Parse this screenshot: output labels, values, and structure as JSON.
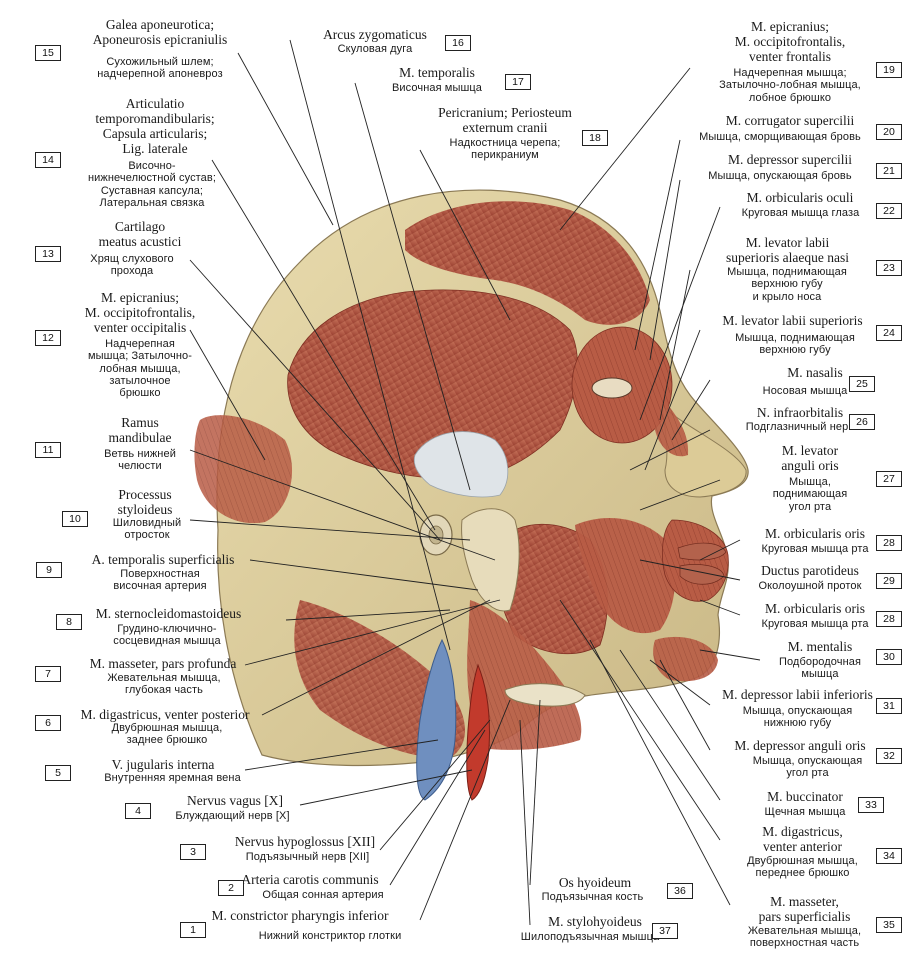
{
  "labels": [
    {
      "n": "1",
      "lat": "M. constrictor pharyngis inferior",
      "rus": "Нижний констриктор глотки"
    },
    {
      "n": "2",
      "lat": "Arteria carotis communis",
      "rus": "Общая сонная артерия"
    },
    {
      "n": "3",
      "lat": "Nervus hypoglossus [XII]",
      "rus": "Подъязычный нерв [XII]"
    },
    {
      "n": "4",
      "lat": "Nervus vagus [X]",
      "rus": "Блуждающий нерв [X]"
    },
    {
      "n": "5",
      "lat": "V. jugularis interna",
      "rus": "Внутренняя яремная вена"
    },
    {
      "n": "6",
      "lat": "M. digastricus, venter posterior",
      "rus": "Двубрюшная мышца,\nзаднее брюшко"
    },
    {
      "n": "7",
      "lat": "M. masseter, pars profunda",
      "rus": "Жевательная мышца,\nглубокая часть"
    },
    {
      "n": "8",
      "lat": "M. sternocleidomastoideus",
      "rus": "Грудино-ключично-\nсосцевидная мышца"
    },
    {
      "n": "9",
      "lat": "A. temporalis superficialis",
      "rus": "Поверхностная\nвисочная артерия"
    },
    {
      "n": "10",
      "lat": "Processus\nstyloideus",
      "rus": "Шиловидный\nотросток"
    },
    {
      "n": "11",
      "lat": "Ramus\nmandibulae",
      "rus": "Ветвь нижней\nчелюсти"
    },
    {
      "n": "12",
      "lat": "M. epicranius;\nM. occipitofrontalis,\nventer occipitalis",
      "rus": "Надчерепная\nмышца; Затылочно-\nлобная мышца,\nзатылочное\nбрюшко"
    },
    {
      "n": "13",
      "lat": "Cartilago\nmeatus acustici",
      "rus": "Хрящ слухового\nпрохода"
    },
    {
      "n": "14",
      "lat": "Articulatio\ntemporomandibularis;\nCapsula articularis;\nLig. laterale",
      "rus": "Височно-\nнижнечелюстной сустав;\nСуставная капсула;\nЛатеральная связка"
    },
    {
      "n": "15",
      "lat": "Galea aponeurotica;\nAponeurosis epicraniulis",
      "rus": "Сухожильный шлем;\nнадчерепной апоневроз"
    },
    {
      "n": "16",
      "lat": "Arcus zygomaticus",
      "rus": "Скуловая дуга"
    },
    {
      "n": "17",
      "lat": "M. temporalis",
      "rus": "Височная мышца"
    },
    {
      "n": "18",
      "lat": "Pericranium; Periosteum\nexternum cranii",
      "rus": "Надкостница черепа;\nперикраниум"
    },
    {
      "n": "19",
      "lat": "M. epicranius;\nM. occipitofrontalis,\nventer frontalis",
      "rus": "Надчерепная мышца;\nЗатылочно-лобная мышца,\nлобное брюшко"
    },
    {
      "n": "20",
      "lat": "M. corrugator supercilii",
      "rus": "Мышца, сморщивающая бровь"
    },
    {
      "n": "21",
      "lat": "M. depressor supercilii",
      "rus": "Мышца, опускающая бровь"
    },
    {
      "n": "22",
      "lat": "M. orbicularis oculi",
      "rus": "Круговая мышца глаза"
    },
    {
      "n": "23",
      "lat": "M. levator labii\nsuperioris alaeque nasi",
      "rus": "Мышца, поднимающая\nверхнюю губу\nи крыло носа"
    },
    {
      "n": "24",
      "lat": "M. levator labii superioris",
      "rus": "Мышца, поднимающая\nверхнюю губу"
    },
    {
      "n": "25",
      "lat": "M. nasalis",
      "rus": "Носовая мышца"
    },
    {
      "n": "26",
      "lat": "N. infraorbitalis",
      "rus": "Подглазничный нерв"
    },
    {
      "n": "27",
      "lat": "M. levator\nanguli oris",
      "rus": "Мышца,\nподнимающая\nугол рта"
    },
    {
      "n": "28",
      "lat": "M. orbicularis oris",
      "rus": "Круговая мышца рта"
    },
    {
      "n": "29",
      "lat": "Ductus parotideus",
      "rus": "Околоушной проток"
    },
    {
      "n": "28",
      "lat": "M. orbicularis oris",
      "rus": "Круговая мышца рта"
    },
    {
      "n": "30",
      "lat": "M. mentalis",
      "rus": "Подбородочная\nмышца"
    },
    {
      "n": "31",
      "lat": "M. depressor labii inferioris",
      "rus": "Мышца, опускающая\nнижнюю губу"
    },
    {
      "n": "32",
      "lat": "M. depressor anguli oris",
      "rus": "Мышца, опускающая\nугол рта"
    },
    {
      "n": "33",
      "lat": "M. buccinator",
      "rus": "Щечная мышца"
    },
    {
      "n": "34",
      "lat": "M. digastricus,\nventer anterior",
      "rus": "Двубрюшная мышца,\nпереднее брюшко"
    },
    {
      "n": "35",
      "lat": "M. masseter,\npars superficialis",
      "rus": "Жевательная мышца,\nповерхностная часть"
    },
    {
      "n": "36",
      "lat": "Os hyoideum",
      "rus": "Подъязычная кость"
    },
    {
      "n": "37",
      "lat": "M. stylohyoideus",
      "rus": "Шилоподъязычная мышца"
    }
  ]
}
